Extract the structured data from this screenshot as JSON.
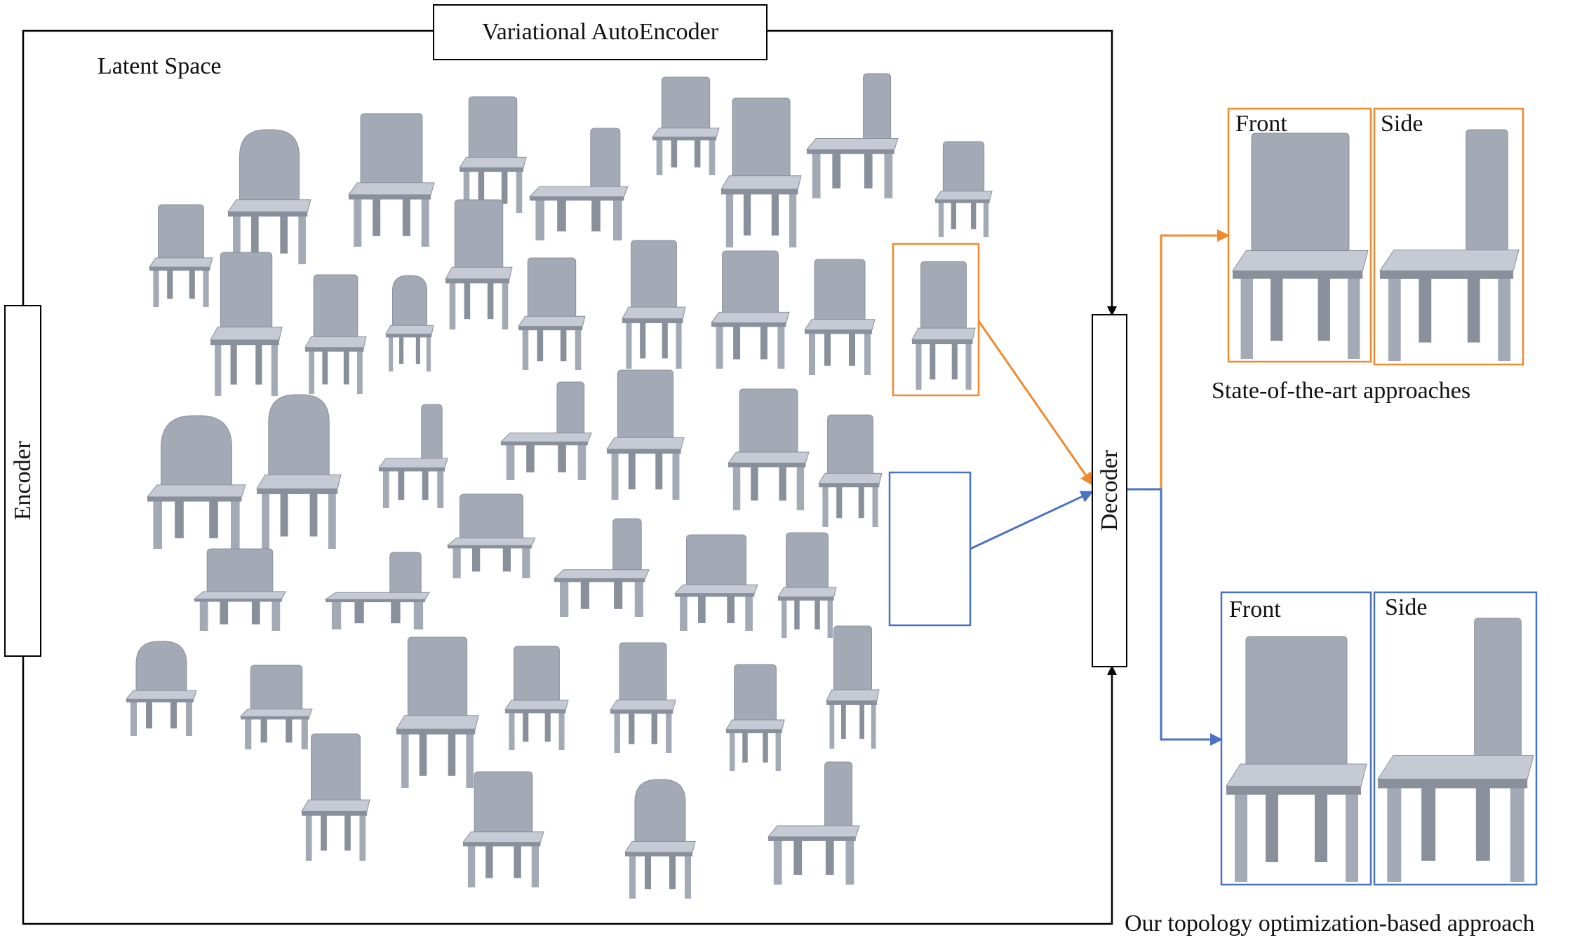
{
  "vae_title": "Variational AutoEncoder",
  "latent_space_label": "Latent Space",
  "encoder_label": "Encoder",
  "decoder_label": "Decoder",
  "sota": {
    "front_label": "Front",
    "side_label": "Side",
    "caption": "State-of-the-art approaches",
    "color": "#ef8a2e"
  },
  "ours": {
    "front_label": "Front",
    "side_label": "Side",
    "caption": "Our topology optimization-based approach",
    "color": "#4a72c4"
  },
  "chair_color": "#a4a9b6"
}
